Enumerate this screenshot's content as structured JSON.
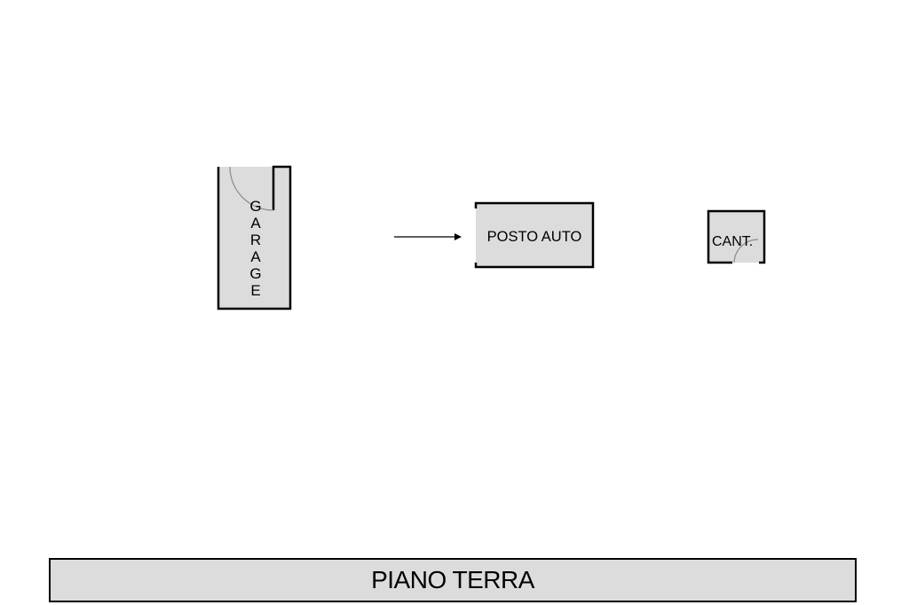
{
  "rooms": {
    "garage": {
      "label": "GARAGE"
    },
    "posto_auto": {
      "label": "POSTO AUTO"
    },
    "cantina": {
      "label": "CANT."
    }
  },
  "footer": {
    "title": "PIANO TERRA"
  },
  "colors": {
    "room_fill": "#dcdcdc",
    "wall": "#000000",
    "door_arc": "#8a8a8a",
    "background": "#ffffff"
  },
  "icons": {
    "entry_arrow": "arrow-right-icon"
  }
}
